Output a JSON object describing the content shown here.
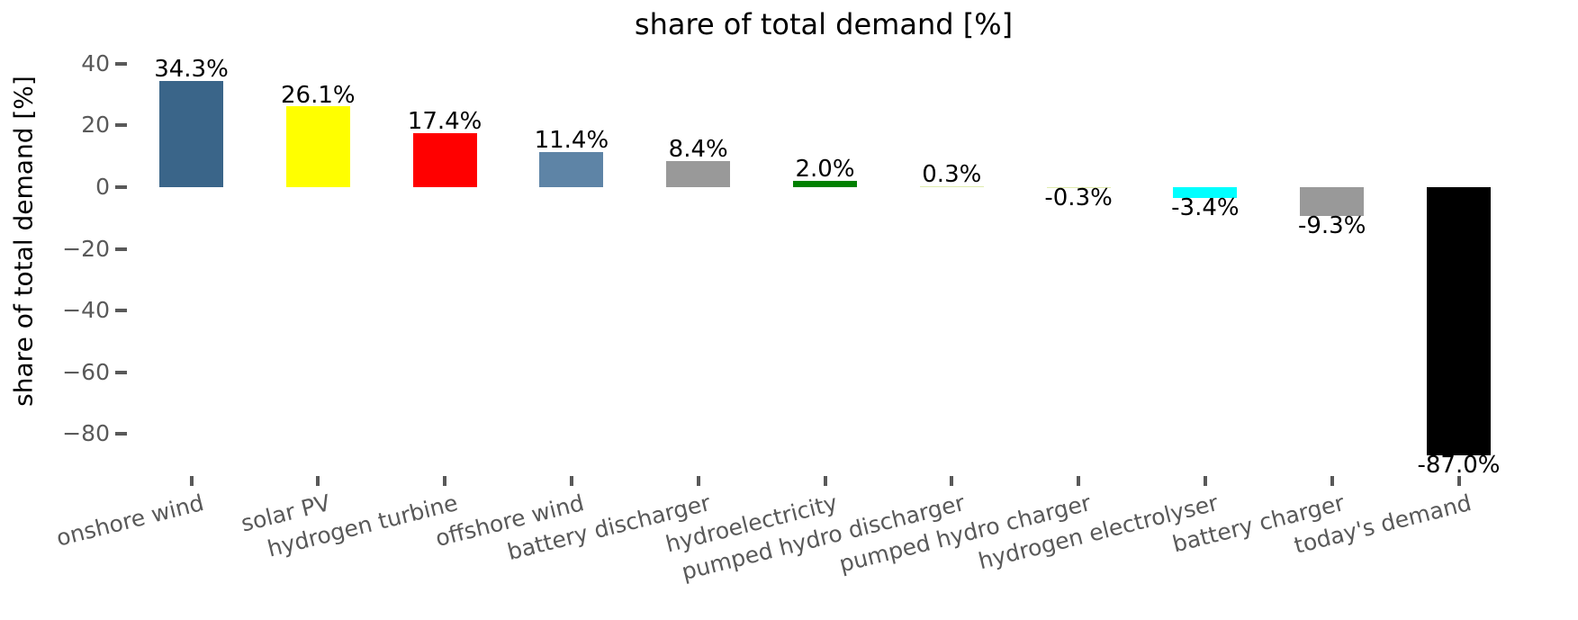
{
  "chart_data": {
    "type": "bar",
    "title": "share of total demand [%]",
    "xlabel": "",
    "ylabel": "share of total demand [%]",
    "categories": [
      "onshore wind",
      "solar PV",
      "hydrogen turbine",
      "offshore wind",
      "battery discharger",
      "hydroelectricity",
      "pumped hydro discharger",
      "pumped hydro charger",
      "hydrogen electrolyser",
      "battery charger",
      "today's demand"
    ],
    "values": [
      34.3,
      26.1,
      17.4,
      11.4,
      8.4,
      2.0,
      0.3,
      -0.3,
      -3.4,
      -9.3,
      -87.0
    ],
    "bar_labels": [
      "34.3%",
      "26.1%",
      "17.4%",
      "11.4%",
      "8.4%",
      "2.0%",
      "0.3%",
      "-0.3%",
      "-3.4%",
      "-9.3%",
      "-87.0%"
    ],
    "bar_colors": [
      "#3a6589",
      "#ffff00",
      "#ff0000",
      "#5e84a6",
      "#999999",
      "#008000",
      "#e0ecae",
      "#e0ecae",
      "#00ffff",
      "#999999",
      "#000000"
    ],
    "yticks": [
      40,
      20,
      0,
      -20,
      -40,
      -60,
      -80
    ],
    "ylim": [
      -95,
      45
    ],
    "grid": false,
    "legend": false,
    "x_tick_rotation_deg": 14,
    "axis_text_color": "#595959",
    "bar_label_color": "#000000",
    "background_color": "#ffffff"
  }
}
